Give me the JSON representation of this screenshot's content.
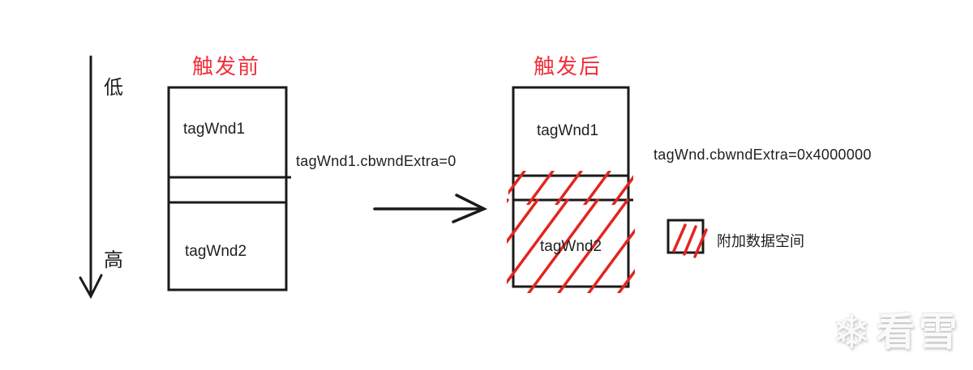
{
  "diagram": {
    "axis": {
      "low_label": "低",
      "high_label": "高"
    },
    "before": {
      "title": "触发前",
      "block1_label": "tagWnd1",
      "block2_label": "tagWnd2",
      "caption": "tagWnd1.cbwndExtra=0"
    },
    "after": {
      "title": "触发后",
      "block1_label": "tagWnd1",
      "block2_label": "tagWnd2",
      "caption": "tagWnd.cbwndExtra=0x4000000"
    },
    "legend": {
      "label": "附加数据空间"
    },
    "colors": {
      "title_red": "#f22e3a",
      "hatch_red": "#e3241f",
      "line_black": "#1a1a1a",
      "text_black": "#1f1f1f"
    }
  },
  "watermark": {
    "snowflake_glyph": "❄",
    "text": "看雪"
  }
}
